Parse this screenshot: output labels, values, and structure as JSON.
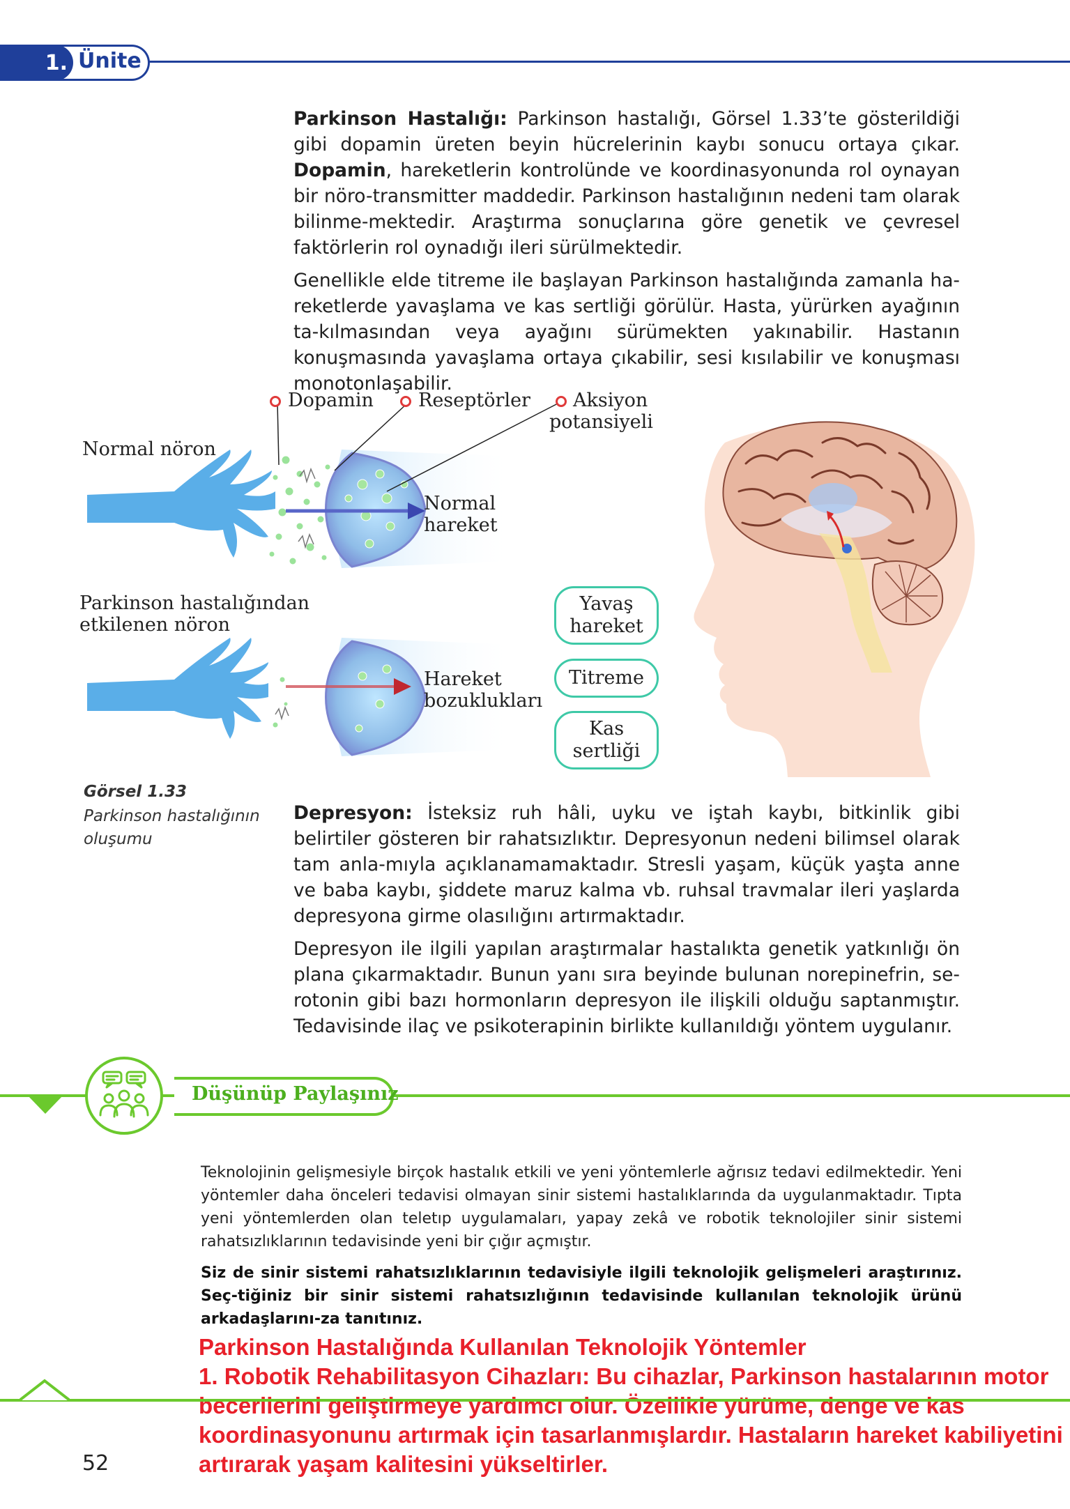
{
  "header": {
    "unit_number": "1.",
    "unit_name": "Ünite"
  },
  "parkinson": {
    "p1_term": "Parkinson Hastalığı:",
    "p1_a": " Parkinson hastalığı, Görsel 1.33’te gösterildiği gibi dopamin üreten beyin hücrelerinin kaybı sonucu ortaya çıkar. ",
    "p1_bold": "Dopamin",
    "p1_b": ", hareketlerin kontrolünde ve koordinasyonunda rol oynayan bir nöro-transmitter maddedir. Parkinson hastalığının nedeni tam olarak bilinme-mektedir. Araştırma sonuçlarına göre genetik ve çevresel faktörlerin rol oynadığı ileri sürülmektedir.",
    "p2": "Genellikle elde titreme ile başlayan Parkinson hastalığında zamanla ha-reketlerde yavaşlama ve kas sertliği görülür. Hasta, yürürken ayağının ta-kılmasından veya ayağını sürümekten yakınabilir. Hastanın konuşmasında yavaşlama ortaya çıkabilir, sesi kısılabilir ve konuşması monotonlaşabilir."
  },
  "figure": {
    "label_dopamin": "Dopamin",
    "label_receptors": "Reseptörler",
    "label_action_1": "Aksiyon",
    "label_action_2": "potansiyeli",
    "normal_neuron": "Normal nöron",
    "normal_move_1": "Normal",
    "normal_move_2": "hareket",
    "affected_1": "Parkinson hastalığından",
    "affected_2": "etkilenen nöron",
    "disorder_1": "Hareket",
    "disorder_2": "bozuklukları",
    "symptom_slow_1": "Yavaş",
    "symptom_slow_2": "hareket",
    "symptom_tremor": "Titreme",
    "symptom_rigid_1": "Kas",
    "symptom_rigid_2": "sertliği",
    "caption_title": "Görsel 1.33",
    "caption_text": "Parkinson hastalığının oluşumu"
  },
  "depression": {
    "term": "Depresyon:",
    "p1": " İsteksiz ruh hâli, uyku ve iştah kaybı, bitkinlik gibi belirtiler gösteren bir rahatsızlıktır. Depresyonun nedeni bilimsel olarak tam anla-mıyla açıklanamamaktadır. Stresli yaşam, küçük yaşta anne ve baba kaybı, şiddete maruz kalma vb. ruhsal travmalar ileri yaşlarda depresyona girme olasılığını artırmaktadır.",
    "p2": "Depresyon ile ilgili yapılan araştırmalar hastalıkta genetik yatkınlığı ön plana çıkarmaktadır. Bunun yanı sıra beyinde bulunan norepinefrin, se-rotonin gibi bazı hormonların depresyon ile ilişkili olduğu saptanmıştır. Tedavisinde ilaç ve psikoterapinin birlikte kullanıldığı yöntem uygulanır."
  },
  "think_share": {
    "title": "Düşünüp Paylaşınız",
    "body": "Teknolojinin gelişmesiyle birçok hastalık etkili ve yeni yöntemlerle ağrısız tedavi edilmektedir. Yeni yöntemler daha önceleri tedavisi olmayan sinir sistemi hastalıklarında da uygulanmaktadır. Tıpta yeni yöntemlerden olan teletıp uygulamaları, yapay zekâ ve robotik teknolojiler sinir sistemi rahatsızlıklarının tedavisinde yeni bir çığır açmıştır.",
    "task": "Siz de sinir sistemi rahatsızlıklarının tedavisiyle ilgili teknolojik gelişmeleri araştırınız. Seç-tiğiniz bir sinir sistemi rahatsızlığının tedavisinde kullanılan teknolojik ürünü arkadaşlarını-za tanıtınız."
  },
  "answer": {
    "heading": "Parkinson Hastalığında Kullanılan Teknolojik Yöntemler",
    "text": "1. Robotik Rehabilitasyon Cihazları: Bu cihazlar, Parkinson hastalarının motor becerilerini geliştirmeye yardımcı olur. Özellikle yürüme, denge ve kas koordinasyonunu artırmak için tasarlanmışlardır. Hastaların hareket kabiliyetini artırarak yaşam kalitesini yükseltirler."
  },
  "footer": {
    "page_number": "52"
  },
  "colors": {
    "unit_blue": "#1f3f9a",
    "accent_green": "#6bc92d",
    "answer_red": "#e8202a",
    "pill_teal": "#3ec9a7"
  }
}
